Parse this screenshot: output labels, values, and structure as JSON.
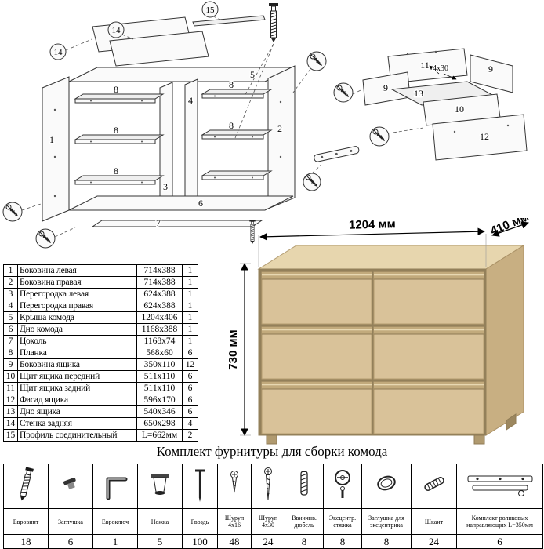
{
  "dresser": {
    "width_label": "1204 мм",
    "depth_label": "410 мм",
    "height_label": "730 мм"
  },
  "diagram": {
    "labels": {
      "p1": "1",
      "p2": "2",
      "p3": "3",
      "p4": "4",
      "p5": "5",
      "p6": "6",
      "p7": "7",
      "p8": "8",
      "p9": "9",
      "p10": "10",
      "p11": "11",
      "p12": "12",
      "p13": "13",
      "c14": "14",
      "c15": "15",
      "screw_size": "4x30"
    }
  },
  "parts_table": {
    "rows": [
      {
        "num": "1",
        "name": "Боковина левая",
        "size": "714x388",
        "qty": "1"
      },
      {
        "num": "2",
        "name": "Боковина правая",
        "size": "714x388",
        "qty": "1"
      },
      {
        "num": "3",
        "name": "Перегородка левая",
        "size": "624x388",
        "qty": "1"
      },
      {
        "num": "4",
        "name": "Перегородка правая",
        "size": "624x388",
        "qty": "1"
      },
      {
        "num": "5",
        "name": "Крыша комода",
        "size": "1204x406",
        "qty": "1"
      },
      {
        "num": "6",
        "name": "Дно комода",
        "size": "1168x388",
        "qty": "1"
      },
      {
        "num": "7",
        "name": "Цоколь",
        "size": "1168x74",
        "qty": "1"
      },
      {
        "num": "8",
        "name": "Планка",
        "size": "568x60",
        "qty": "6"
      },
      {
        "num": "9",
        "name": "Боковина ящика",
        "size": "350x110",
        "qty": "12"
      },
      {
        "num": "10",
        "name": "Щит ящика передний",
        "size": "511x110",
        "qty": "6"
      },
      {
        "num": "11",
        "name": "Щит ящика задний",
        "size": "511x110",
        "qty": "6"
      },
      {
        "num": "12",
        "name": "Фасад ящика",
        "size": "596x170",
        "qty": "6"
      },
      {
        "num": "13",
        "name": "Дно ящика",
        "size": "540x346",
        "qty": "6"
      },
      {
        "num": "14",
        "name": "Стенка задняя",
        "size": "650x298",
        "qty": "4"
      },
      {
        "num": "15",
        "name": "Профиль соединительный",
        "size": "L=662мм",
        "qty": "2"
      }
    ]
  },
  "kit": {
    "title": "Комплект фурнитуры для сборки комода",
    "items": [
      {
        "icon": "confirmat-screw-icon",
        "name": "Евровинт",
        "qty": "18"
      },
      {
        "icon": "cap-plug-icon",
        "name": "Заглушка",
        "qty": "6"
      },
      {
        "icon": "hex-key-icon",
        "name": "Евроключ",
        "qty": "1"
      },
      {
        "icon": "furniture-leg-icon",
        "name": "Ножка",
        "qty": "5"
      },
      {
        "icon": "nail-icon",
        "name": "Гвоздь",
        "qty": "100"
      },
      {
        "icon": "screw-4x16-icon",
        "name": "Шуруп 4x16",
        "qty": "48"
      },
      {
        "icon": "screw-4x30-icon",
        "name": "Шуруп 4x30",
        "qty": "24"
      },
      {
        "icon": "threaded-dowel-icon",
        "name": "Ввинчив. дюбель",
        "qty": "8"
      },
      {
        "icon": "cam-lock-icon",
        "name": "Эксцентр. стяжка",
        "qty": "8"
      },
      {
        "icon": "cam-cover-icon",
        "name": "Заглушка для эксцентрика",
        "qty": "8"
      },
      {
        "icon": "wood-dowel-icon",
        "name": "Шкант",
        "qty": "24"
      },
      {
        "icon": "drawer-slides-icon",
        "name": "Комплект роликовых направляющих L=350мм",
        "qty": "6"
      }
    ]
  }
}
